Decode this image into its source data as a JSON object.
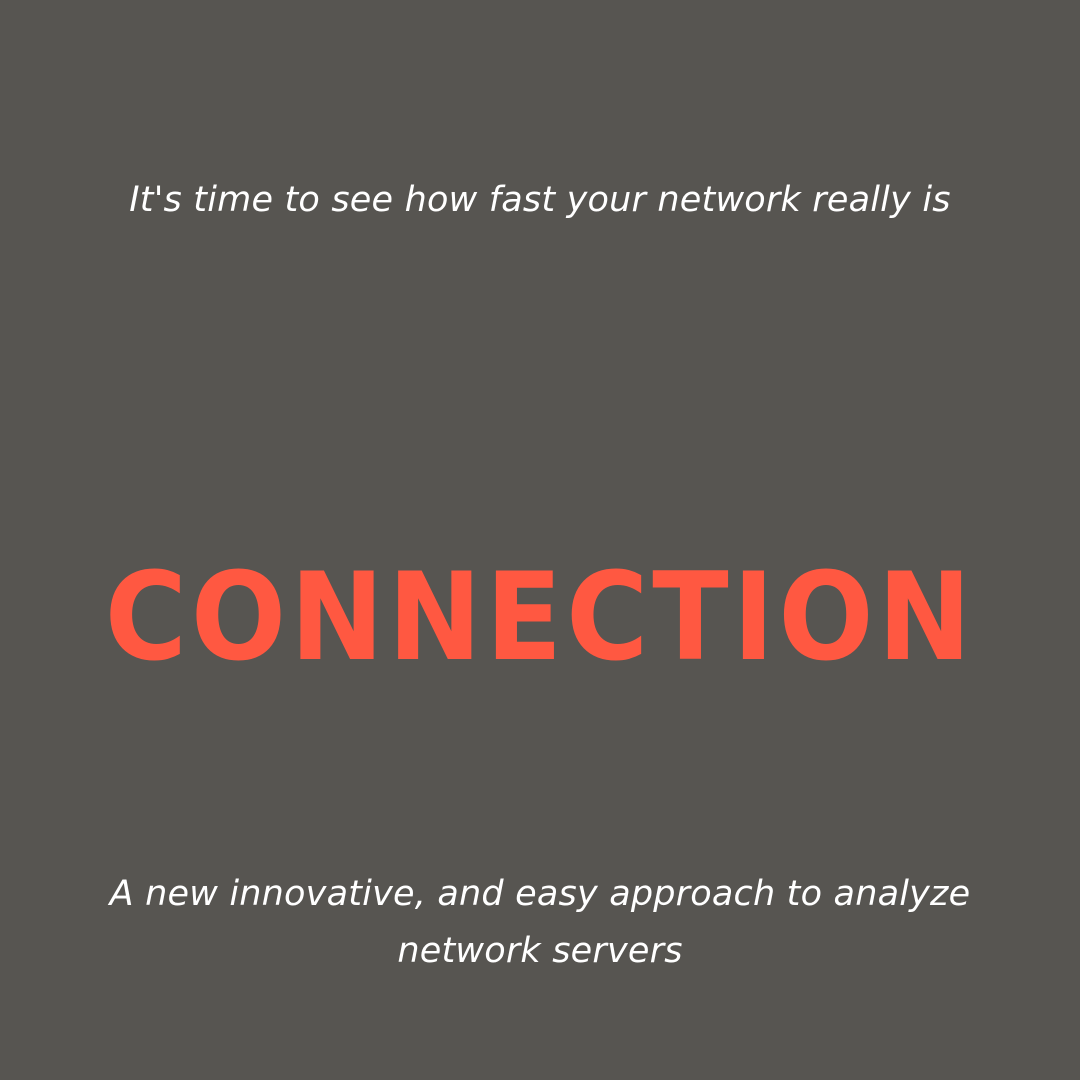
{
  "poster": {
    "tagline": "It's time to see how fast your network really is",
    "headline": "CONNECTION",
    "description": "A new innovative, and easy approach to analyze network servers"
  },
  "colors": {
    "background": "#575551",
    "headline": "#ff5841",
    "text": "#ffffff"
  }
}
